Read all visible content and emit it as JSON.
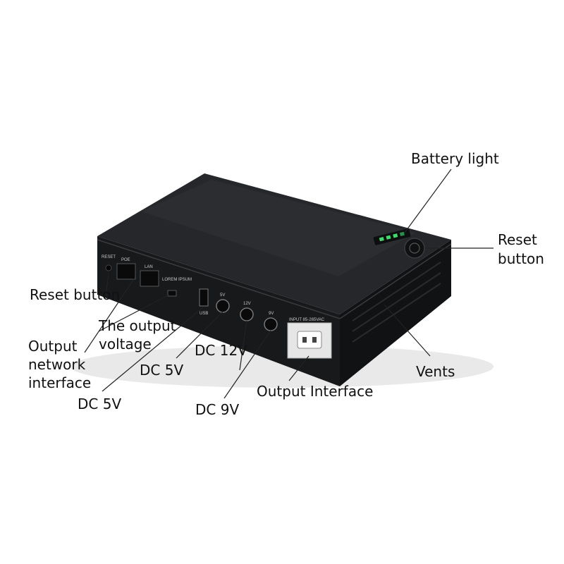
{
  "callouts": {
    "battery_light": "Battery light",
    "reset_button_right_line1": "Reset",
    "reset_button_right_line2": "button",
    "reset_button_left": "Reset button",
    "output_voltage_line1": "The output",
    "output_voltage_line2": "voltage",
    "output_network_line1": "Output",
    "output_network_line2": "network",
    "output_network_line3": "interface",
    "dc5v_upper": "DC 5V",
    "dc12v": "DC 12V",
    "dc5v_lower": "DC 5V",
    "dc9v": "DC 9V",
    "output_interface": "Output Interface",
    "vents": "Vents"
  },
  "device_printing": {
    "reset": "RESET",
    "poe": "POE",
    "lan": "LAN",
    "switch_title": "LOREM IPSUM",
    "usb": "USB",
    "port_5v": "5V",
    "port_12v": "12V",
    "port_9v": "9V",
    "input": "INPUT 85-265VAC"
  },
  "colors": {
    "body": "#1b1c1e",
    "top": "#26272a",
    "led_green": "#3ddc6b",
    "text": "#111111"
  }
}
